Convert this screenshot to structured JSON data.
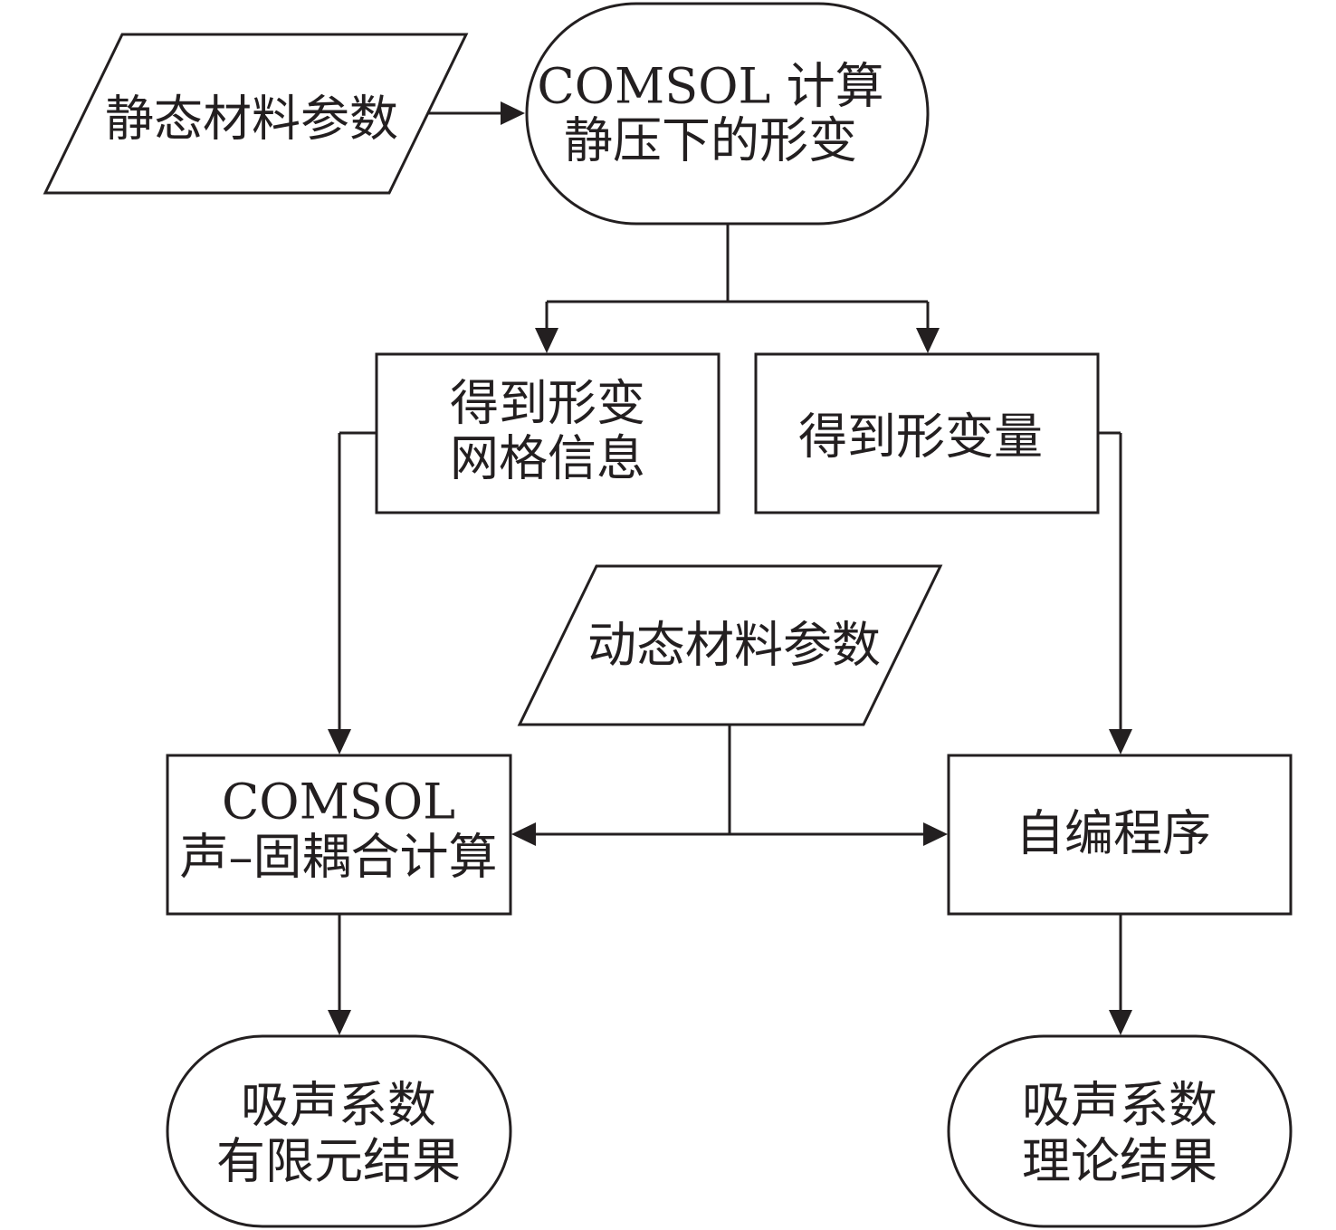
{
  "diagram": {
    "nodes": {
      "static_params": {
        "shape": "parallelogram",
        "lines": [
          "静态材料参数"
        ]
      },
      "comsol_deform": {
        "shape": "terminal",
        "lines": [
          "COMSOL 计算",
          "静压下的形变"
        ]
      },
      "mesh_info": {
        "shape": "process",
        "lines": [
          "得到形变",
          "网格信息"
        ]
      },
      "deform_amount": {
        "shape": "process",
        "lines": [
          "得到形变量"
        ]
      },
      "dynamic_params": {
        "shape": "parallelogram",
        "lines": [
          "动态材料参数"
        ]
      },
      "comsol_coupled": {
        "shape": "process",
        "lines": [
          "COMSOL",
          "声–固耦合计算"
        ]
      },
      "custom_program": {
        "shape": "process",
        "lines": [
          "自编程序"
        ]
      },
      "fem_result": {
        "shape": "terminal",
        "lines": [
          "吸声系数",
          "有限元结果"
        ]
      },
      "theory_result": {
        "shape": "terminal",
        "lines": [
          "吸声系数",
          "理论结果"
        ]
      }
    },
    "edges": [
      {
        "from": "static_params",
        "to": "comsol_deform"
      },
      {
        "from": "comsol_deform",
        "to": "mesh_info"
      },
      {
        "from": "comsol_deform",
        "to": "deform_amount"
      },
      {
        "from": "mesh_info",
        "to": "comsol_coupled"
      },
      {
        "from": "deform_amount",
        "to": "custom_program"
      },
      {
        "from": "dynamic_params",
        "to": "comsol_coupled"
      },
      {
        "from": "dynamic_params",
        "to": "custom_program"
      },
      {
        "from": "comsol_coupled",
        "to": "fem_result"
      },
      {
        "from": "custom_program",
        "to": "theory_result"
      }
    ],
    "colors": {
      "stroke": "#231f20",
      "fill": "#ffffff",
      "text": "#231f20"
    }
  }
}
